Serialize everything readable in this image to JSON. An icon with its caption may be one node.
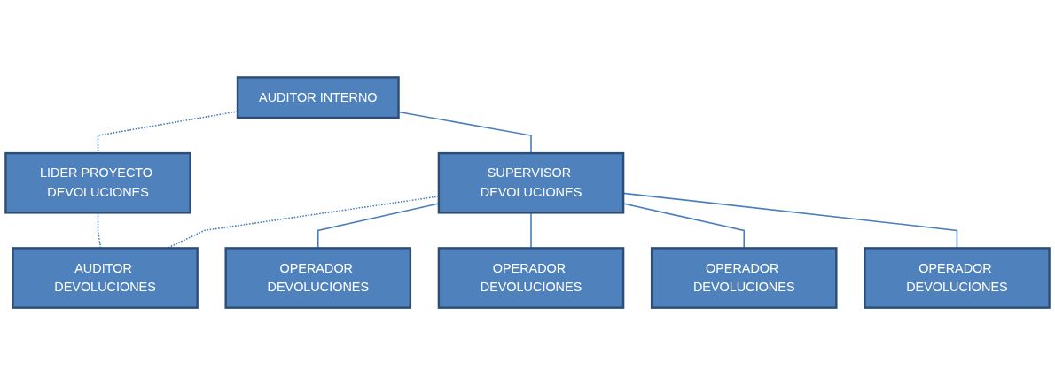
{
  "diagram": {
    "nodes": [
      {
        "text": [
          "AUDITOR INTERNO"
        ]
      },
      {
        "text": [
          "LIDER PROYECTO DEVOLUCIONES"
        ]
      },
      {
        "text": [
          "SUPERVISOR DEVOLUCIONES"
        ]
      },
      {
        "text": [
          "AUDITOR DEVOLUCIONES"
        ]
      },
      {
        "text": [
          "OPERADOR DEVOLUCIONES"
        ]
      },
      {
        "text": [
          "OPERADOR DEVOLUCIONES"
        ]
      },
      {
        "text": [
          "OPERADOR DEVOLUCIONES"
        ]
      },
      {
        "text": [
          "OPERADOR DEVOLUCIONES"
        ]
      }
    ],
    "edges": [
      {
        "from": 0,
        "to": 1,
        "arrow": "none",
        "style": "dashed"
      },
      {
        "from": 0,
        "to": 2,
        "arrow": "none"
      },
      {
        "from": 2,
        "to": 3,
        "arrow": "none",
        "style": "dashed"
      },
      {
        "from": 1,
        "to": 3,
        "arrow": "none",
        "style": "dashed"
      },
      {
        "from": 2,
        "to": 4,
        "arrow": "none"
      },
      {
        "from": 2,
        "to": 5,
        "arrow": "none"
      },
      {
        "from": 2,
        "to": 6,
        "arrow": "none"
      },
      {
        "from": 2,
        "to": 7,
        "arrow": "none"
      }
    ]
  }
}
